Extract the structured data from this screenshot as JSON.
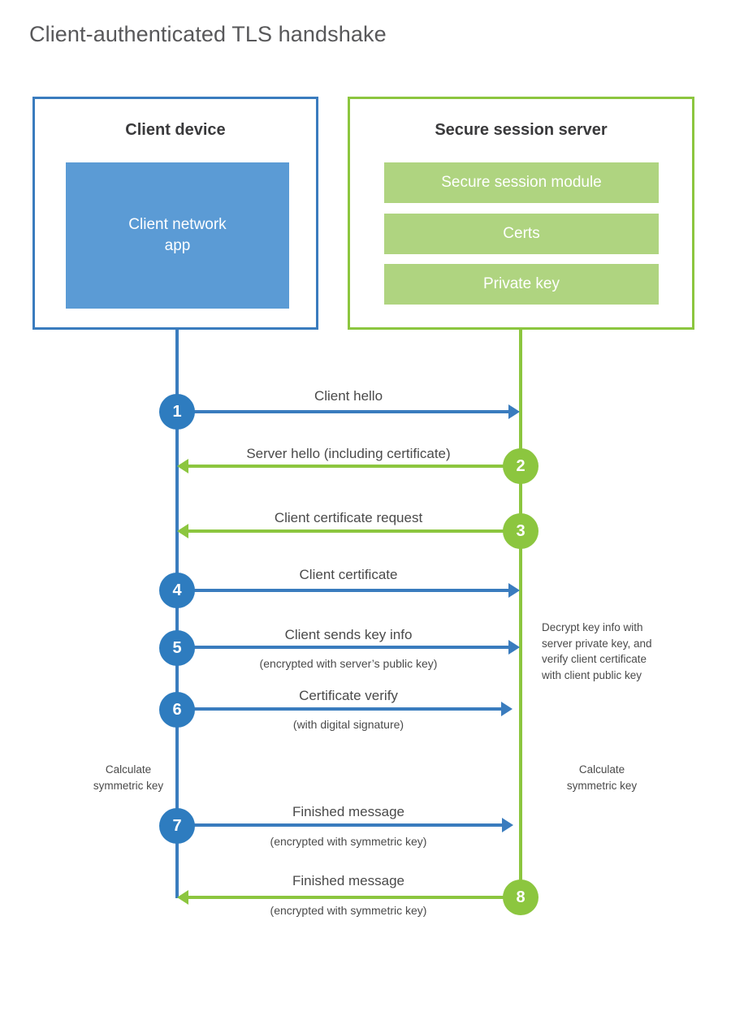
{
  "title": "Client-authenticated TLS handshake",
  "colors": {
    "blue_border": "#3a7cbe",
    "blue_fill": "#5b9bd5",
    "blue_bubble": "#2e7cbf",
    "green_border": "#8cc63f",
    "green_fill": "#afd480",
    "green_bubble": "#8cc63f",
    "text": "#4a4a4a",
    "title_text": "#58585a",
    "background": "#ffffff"
  },
  "client": {
    "title": "Client device",
    "app_label": "Client network\napp",
    "app_label_line1": "Client network",
    "app_label_line2": "app"
  },
  "server": {
    "title": "Secure session server",
    "blocks": [
      {
        "label": "Secure session module"
      },
      {
        "label": "Certs"
      },
      {
        "label": "Private key"
      }
    ]
  },
  "steps": [
    {
      "number": "1",
      "label": "Client hello",
      "sublabel": "",
      "direction": "client-to-server",
      "color": "blue"
    },
    {
      "number": "2",
      "label": "Server hello (including certificate)",
      "sublabel": "",
      "direction": "server-to-client",
      "color": "green"
    },
    {
      "number": "3",
      "label": "Client certificate request",
      "sublabel": "",
      "direction": "server-to-client",
      "color": "green"
    },
    {
      "number": "4",
      "label": "Client certificate",
      "sublabel": "",
      "direction": "client-to-server",
      "color": "blue"
    },
    {
      "number": "5",
      "label": "Client sends key info",
      "sublabel": "(encrypted with server’s public key)",
      "direction": "client-to-server",
      "color": "blue"
    },
    {
      "number": "6",
      "label": "Certificate verify",
      "sublabel": "(with digital signature)",
      "direction": "client-to-server",
      "color": "blue"
    },
    {
      "number": "7",
      "label": "Finished message",
      "sublabel": "(encrypted with symmetric key)",
      "direction": "client-to-server",
      "color": "blue"
    },
    {
      "number": "8",
      "label": "Finished message",
      "sublabel": "(encrypted with symmetric key)",
      "direction": "server-to-client",
      "color": "green"
    }
  ],
  "notes": {
    "server_decrypt": "Decrypt key info with server private key, and verify client certificate with client public key",
    "server_decrypt_lines": [
      "Decrypt key info with",
      "server private key, and",
      "verify client certificate",
      "with client public key"
    ],
    "client_calculate": "Calculate symmetric key",
    "client_calculate_lines": [
      "Calculate",
      "symmetric key"
    ],
    "server_calculate": "Calculate symmetric key",
    "server_calculate_lines": [
      "Calculate",
      "symmetric key"
    ]
  }
}
